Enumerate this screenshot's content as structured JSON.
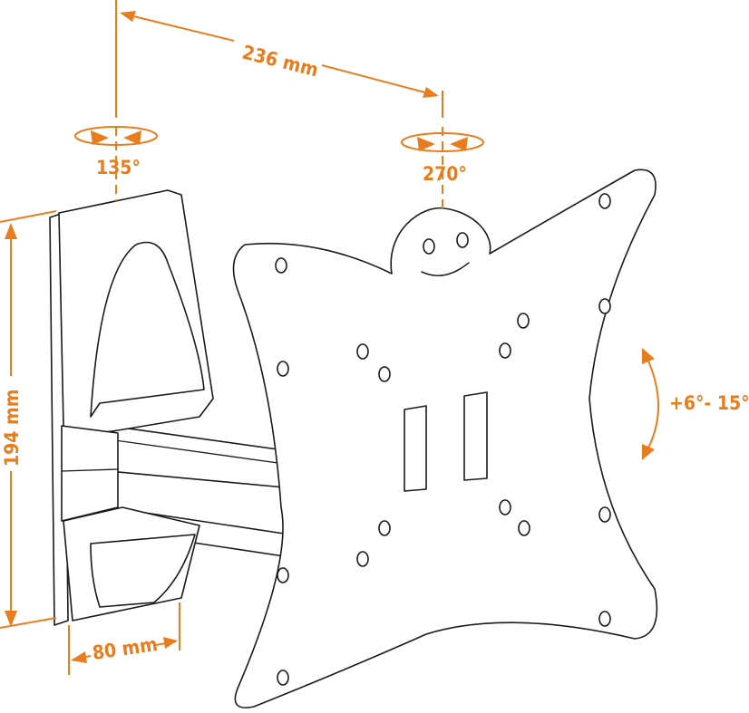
{
  "title": "Swivel TV wall mount dimension diagram",
  "colors": {
    "accent": "#e87d1e",
    "line": "#1a1a1a"
  },
  "labels": {
    "width_distance": "236 mm",
    "wall_swivel": "135°",
    "plate_swivel": "270°",
    "tilt": "+6°- 15°",
    "height": "194 mm",
    "depth": "80 mm"
  }
}
